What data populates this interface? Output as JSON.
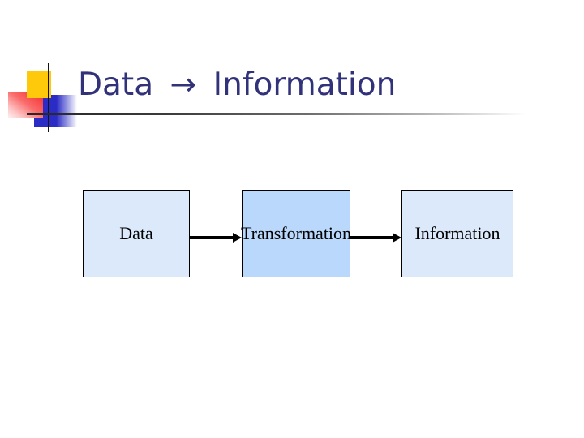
{
  "slide": {
    "title": "Data → Information"
  },
  "colors": {
    "title": "#32327B",
    "box_fill_light": "#DBE9FB",
    "box_fill_medium": "#B9D8FB",
    "arrow": "#000000",
    "accent_yellow": "#FFC90B",
    "accent_red": "#F62B2B",
    "accent_blue": "#2B2BC6"
  },
  "diagram": {
    "nodes": [
      {
        "label": "Data"
      },
      {
        "label": "Transformation"
      },
      {
        "label": "Information"
      }
    ],
    "connections": [
      {
        "from": "Data",
        "to": "Transformation"
      },
      {
        "from": "Transformation",
        "to": "Information"
      }
    ]
  }
}
